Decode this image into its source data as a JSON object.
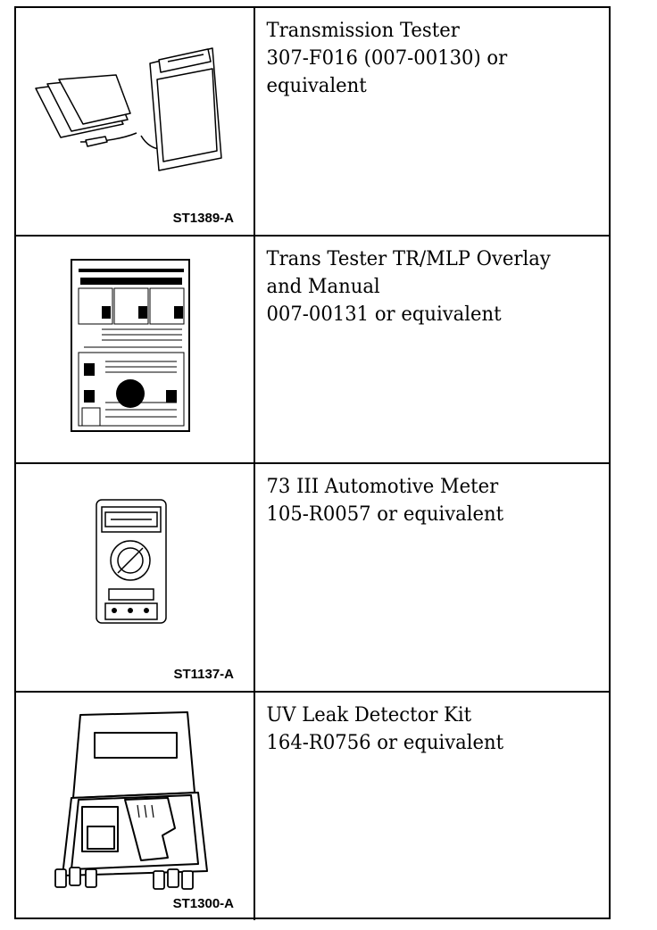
{
  "rows": [
    {
      "lines": [
        "Transmission Tester",
        "307-F016 (007-00130) or",
        "equivalent"
      ],
      "figure_label": "ST1389-A"
    },
    {
      "lines": [
        "Trans Tester TR/MLP Overlay",
        "and Manual",
        "007-00131 or equivalent"
      ],
      "figure_label": ""
    },
    {
      "lines": [
        "73 III Automotive Meter",
        "105-R0057 or equivalent"
      ],
      "figure_label": "ST1137-A"
    },
    {
      "lines": [
        "UV Leak Detector Kit",
        "164-R0756 or equivalent"
      ],
      "figure_label": "ST1300-A"
    }
  ],
  "illustrations": {
    "row1": "transmission-tester-illustration",
    "row2": "overlay-manual-illustration",
    "row3": "automotive-meter-illustration",
    "row4": "uv-leak-kit-illustration"
  }
}
